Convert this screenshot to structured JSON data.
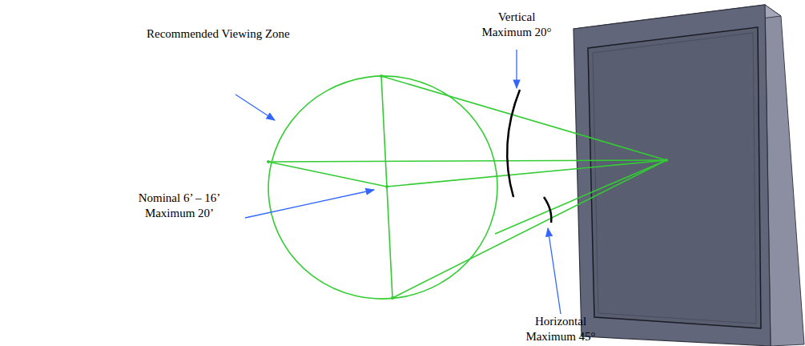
{
  "diagram": {
    "labels": [
      "Recommended Viewing Zone",
      "Vertical Maximum 20°",
      "Nominal 6’ – 16’ Maximum 20’",
      "Horizontal Maximum 45°"
    ]
  }
}
